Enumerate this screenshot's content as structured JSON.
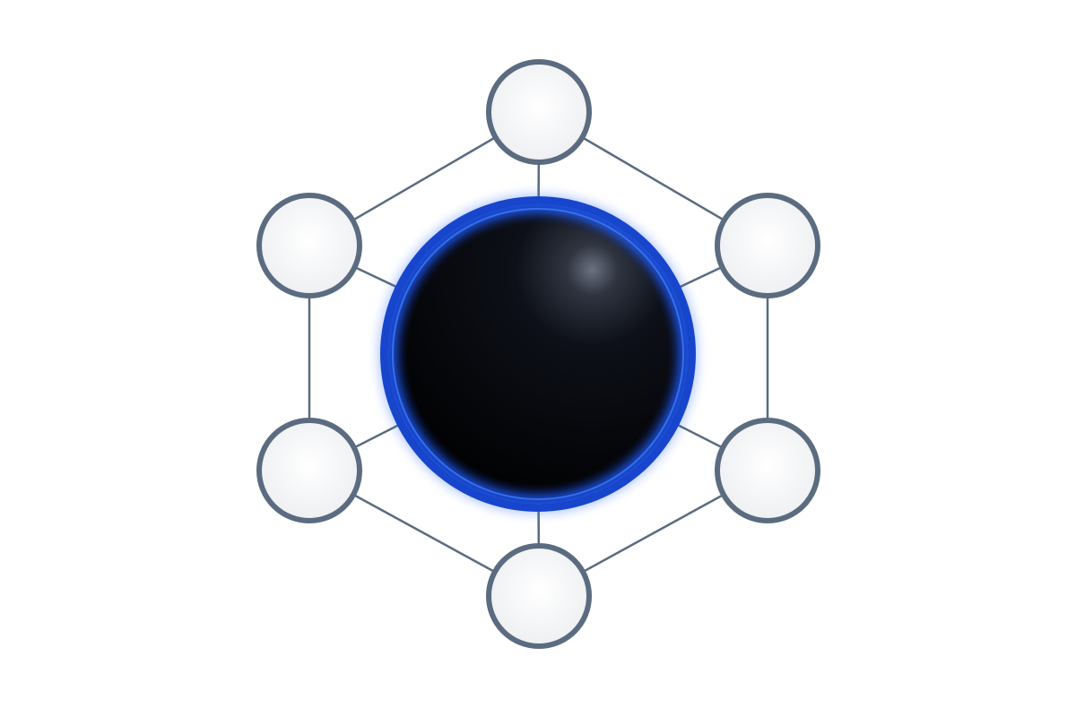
{
  "diagram": {
    "type": "hub-and-spoke hexagon network",
    "hub": {
      "label": "",
      "icon": "dark-sphere",
      "fill_color": "#05070d",
      "glow_color": "#1f5cff"
    },
    "satellites": [
      {
        "id": "top",
        "label": ""
      },
      {
        "id": "upper-right",
        "label": ""
      },
      {
        "id": "lower-right",
        "label": ""
      },
      {
        "id": "bottom",
        "label": ""
      },
      {
        "id": "lower-left",
        "label": ""
      },
      {
        "id": "upper-left",
        "label": ""
      }
    ],
    "satellite_fill_color": "#f4f5f7",
    "satellite_stroke_color": "#5b6b80",
    "connector_color": "#5b6b80",
    "background_color": "#ffffff"
  }
}
